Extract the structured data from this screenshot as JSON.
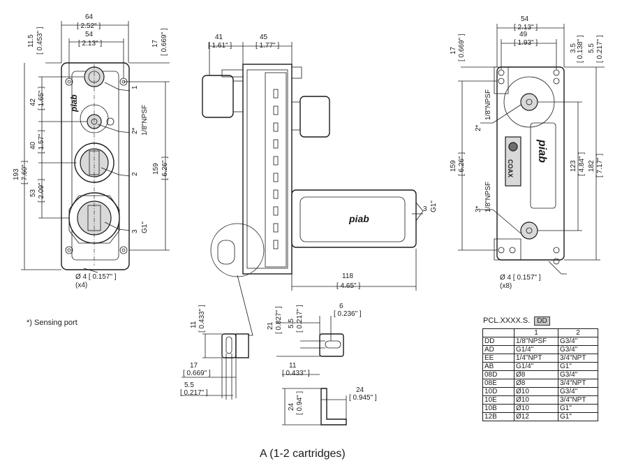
{
  "views": {
    "front": {
      "width_total": {
        "mm": "64",
        "in": "[ 2.52\" ]"
      },
      "width_holes": {
        "mm": "54",
        "in": "[ 2.13\" ]"
      },
      "top_offset_left": {
        "mm": "11.5",
        "in": "[ 0.453\" ]"
      },
      "top_offset_right": {
        "mm": "17",
        "in": "[ 0.669\" ]"
      },
      "height_total": {
        "mm": "193",
        "in": "[ 7.60\" ]"
      },
      "height_holes": {
        "mm": "159",
        "in": "[ 6.26\" ]"
      },
      "pitch_1_2": {
        "mm": "42",
        "in": "[ 1.65\" ]"
      },
      "pitch_2_3": {
        "mm": "40",
        "in": "[ 1.57\" ]"
      },
      "pitch_3_4": {
        "mm": "53",
        "in": "[ 2.09\" ]"
      },
      "port_labels": [
        "1",
        "2*",
        "2",
        "3"
      ],
      "port_sizes": [
        "1/8\"NPSF",
        "G1\""
      ],
      "hole": {
        "dia": "Ø 4 [ 0.157\" ]",
        "qty": "(x4)"
      },
      "brand": "piab"
    },
    "side": {
      "width_a": {
        "mm": "41",
        "in": "[ 1.61\" ]"
      },
      "width_b": {
        "mm": "45",
        "in": "[ 1.77\" ]"
      },
      "length": {
        "mm": "118",
        "in": "[ 4.65\" ]"
      },
      "port_label": "3",
      "port_size": "G1\"",
      "brand": "piab"
    },
    "rear": {
      "width_total": {
        "mm": "54",
        "in": "[ 2.13\" ]"
      },
      "width_holes": {
        "mm": "49",
        "in": "[ 1.93\" ]"
      },
      "top_offset": {
        "mm": "17",
        "in": "[ 0.669\" ]"
      },
      "right_a": {
        "mm": "3.5",
        "in": "[ 0.138\" ]"
      },
      "right_b": {
        "mm": "5.5",
        "in": "[ 0.217\" ]"
      },
      "height_holes": {
        "mm": "159",
        "in": "[ 6.26\" ]"
      },
      "height_ports": {
        "mm": "123",
        "in": "[ 4.84\" ]"
      },
      "height_total": {
        "mm": "182",
        "in": "[ 7.17\" ]"
      },
      "port_labels": [
        "2*",
        "3*"
      ],
      "port_sizes": [
        "1/8\"NPSF",
        "1/8\"NPSF"
      ],
      "hole": {
        "dia": "Ø 4 [ 0.157\" ]",
        "qty": "(x8)"
      },
      "brand": "piab",
      "badge": "COAX"
    },
    "detail": {
      "d1": {
        "mm": "11",
        "in": "[ 0.433\" ]"
      },
      "d2": {
        "mm": "17",
        "in": "[ 0.669\" ]"
      },
      "d3": {
        "mm": "5.5",
        "in": "[ 0.217\" ]"
      },
      "d4": {
        "mm": "21",
        "in": "[ 0.827\" ]"
      },
      "d5": {
        "mm": "5.5",
        "in": "[ 0.217\" ]"
      },
      "d6": {
        "mm": "6",
        "in": "[ 0.236\" ]"
      },
      "d7": {
        "mm": "11",
        "in": "[ 0.433\" ]"
      },
      "d8": {
        "mm": "24",
        "in": "[ 0.945\" ]"
      },
      "d9": {
        "mm": "24",
        "in": "[ 0.94\" ]"
      }
    }
  },
  "notes": {
    "sensing": "*) Sensing port",
    "caption": "A (1-2 cartridges)"
  },
  "config_table": {
    "title": "PCL.XXXX.S.",
    "code": "DD",
    "headers": [
      "",
      "1",
      "2"
    ],
    "rows": [
      [
        "DD",
        "1/8\"NPSF",
        "G3/4\""
      ],
      [
        "AD",
        "G1/4\"",
        "G3/4\""
      ],
      [
        "EE",
        "1/4\"NPT",
        "3/4\"NPT"
      ],
      [
        "AB",
        "G1/4\"",
        "G1\""
      ],
      [
        "08D",
        "Ø8",
        "G3/4\""
      ],
      [
        "08E",
        "Ø8",
        "3/4\"NPT"
      ],
      [
        "10D",
        "Ø10",
        "G3/4\""
      ],
      [
        "10E",
        "Ø10",
        "3/4\"NPT"
      ],
      [
        "10B",
        "Ø10",
        "G1\""
      ],
      [
        "12B",
        "Ø12",
        "G1\""
      ]
    ]
  }
}
